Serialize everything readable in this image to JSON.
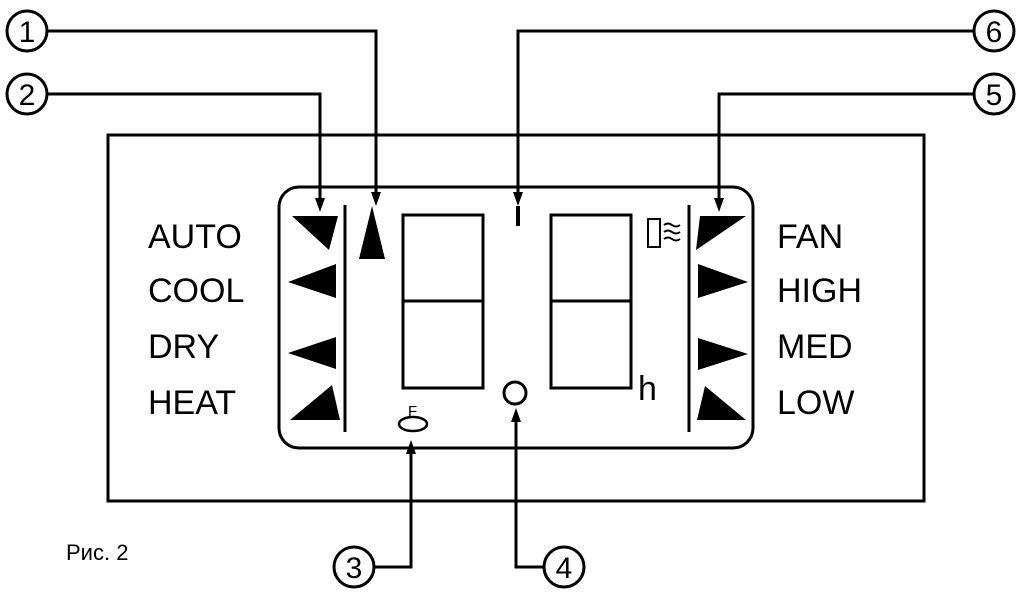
{
  "modes": [
    "AUTO",
    "COOL",
    "DRY",
    "HEAT"
  ],
  "fan_speeds": [
    "FAN",
    "HIGH",
    "MED",
    "LOW"
  ],
  "hour_unit": "h",
  "callouts": [
    "1",
    "2",
    "3",
    "4",
    "5",
    "6"
  ],
  "key_glyph": "F",
  "caption": "Рис. 2"
}
